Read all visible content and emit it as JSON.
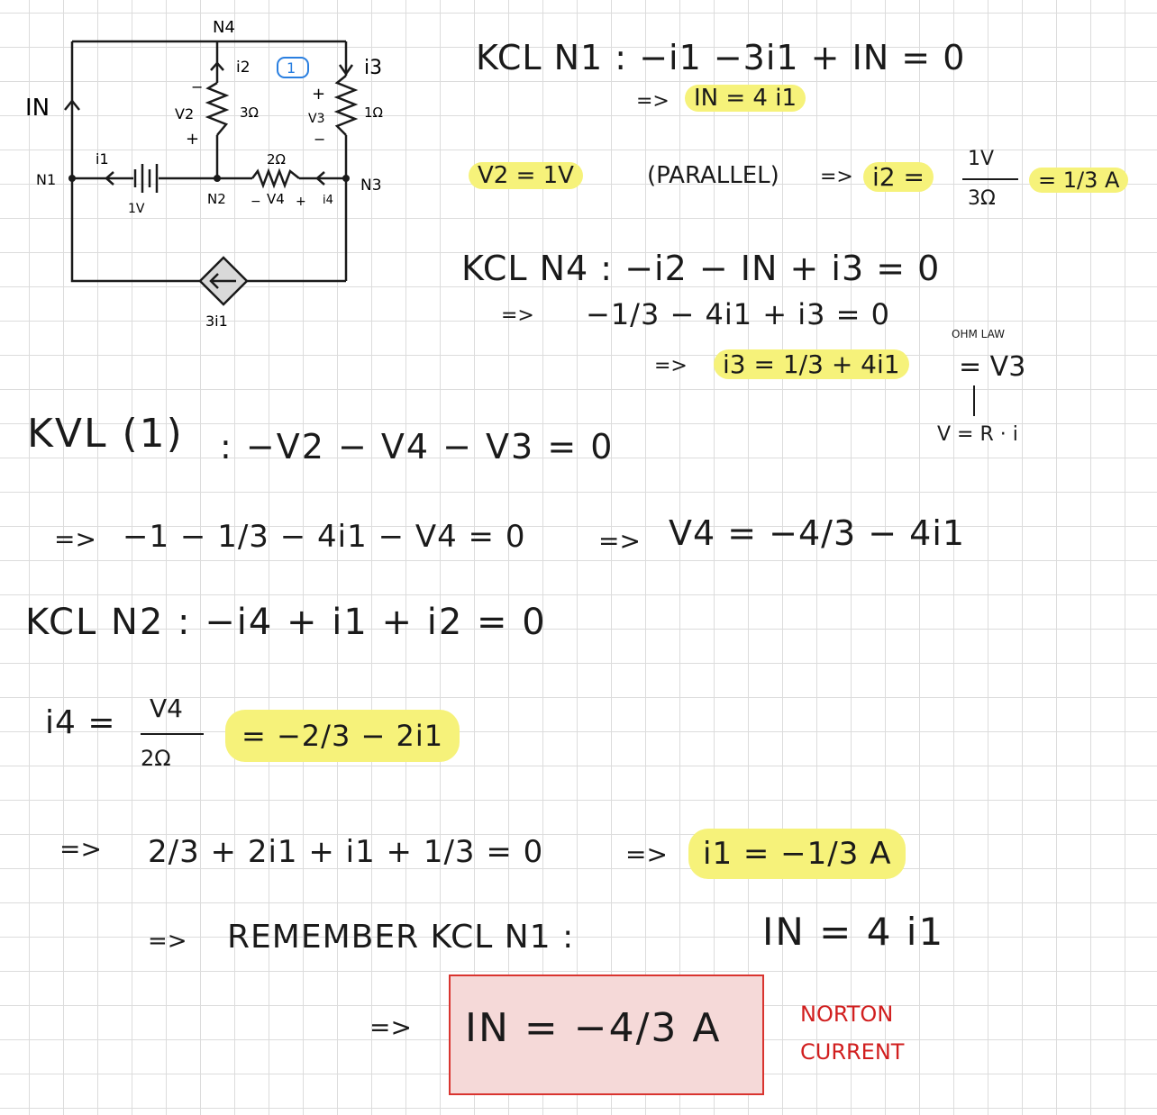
{
  "circuit": {
    "nodes": {
      "n1": "N1",
      "n2": "N2",
      "n3": "N3",
      "n4": "N4"
    },
    "labels": {
      "IN": "IN",
      "i1": "i1",
      "i2": "i2",
      "i3": "i3",
      "i4": "i4",
      "v2": "V2",
      "v3": "V3",
      "v4": "V4",
      "r2": "3Ω",
      "r3": "1Ω",
      "r4": "2Ω",
      "source": "1V",
      "dep_source": "3i1",
      "loop_mark": "1",
      "plus": "+",
      "minus": "−"
    }
  },
  "lines": {
    "kcl_n1": "KCL N1 : −i1 −3i1 + IN = 0",
    "in_eq": "IN = 4 i1",
    "v2_eq": "V2 = 1V",
    "parallel": "(PARALLEL)",
    "i2_lhs": "i2 =",
    "i2_num": "1V",
    "i2_den": "3Ω",
    "i2_res": "= 1/3 A",
    "kcl_n4": "KCL N4 : −i2 − IN + i3 = 0",
    "n4_sub": "−1/3 − 4i1 + i3 = 0",
    "i3_eq": "i3 = 1/3 + 4i1",
    "v3_eq": "= V3",
    "ohm_law": "OHM LAW",
    "ohm_formula": "V = R · i",
    "kvl_head": "KVL (1)",
    "kvl_eq": ": −V2 − V4 − V3 = 0",
    "kvl_sub": "−1 − 1/3 − 4i1 − V4 = 0",
    "v4_eq": "V4 = −4/3 − 4i1",
    "kcl_n2": "KCL N2 : −i4 + i1 + i2 = 0",
    "i4_lhs": "i4 =",
    "i4_num": "V4",
    "i4_den": "2Ω",
    "i4_res": "= −2/3 − 2i1",
    "final_sub": "2/3 + 2i1 + i1 + 1/3 = 0",
    "i1_res": "i1 = −1/3 A",
    "remember": "REMEMBER KCL N1 :",
    "remember_eq": "IN = 4 i1",
    "in_final": "IN = −4/3 A",
    "arrow": "=>",
    "norton_1": "NORTON",
    "norton_2": "CURRENT"
  },
  "colors": {
    "highlight": "#f6f27a",
    "result_box_fill": "#f5d9d8",
    "result_box_border": "#d9342f",
    "annotation": "#d11f1f",
    "loop": "#2a7fe0"
  }
}
